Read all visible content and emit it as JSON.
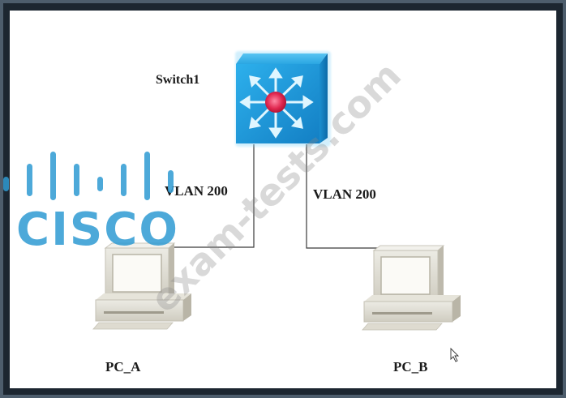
{
  "diagram": {
    "device": {
      "name": "Switch1",
      "icon": "layer3-switch-icon",
      "color": "#1e9ad6"
    },
    "links": [
      {
        "label": "VLAN 200",
        "from": "Switch1",
        "to": "PC_A"
      },
      {
        "label": "VLAN 200",
        "from": "Switch1",
        "to": "PC_B"
      }
    ],
    "hosts": [
      {
        "name": "PC_A",
        "icon": "pc-icon"
      },
      {
        "name": "PC_B",
        "icon": "pc-icon"
      }
    ]
  },
  "logo": {
    "text": "CISCO",
    "color": "#2f9bd3",
    "icon": "cisco-bars-icon"
  },
  "watermark": {
    "text": "exam-tests.com"
  },
  "cursor": {
    "icon": "mouse-pointer-icon"
  }
}
